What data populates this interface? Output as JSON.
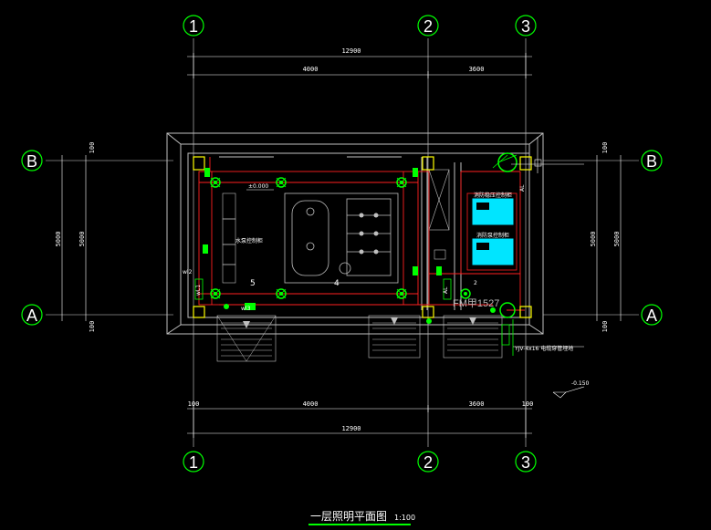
{
  "drawing": {
    "title": "一层照明平面图",
    "scale": "1:100"
  },
  "axes": {
    "vertical": [
      "1",
      "2",
      "3"
    ],
    "horizontal": [
      "B",
      "A"
    ]
  },
  "dimensions": {
    "top_total": "12900",
    "top_seg1": "4000",
    "top_seg2": "3600",
    "bottom_left_edge": "100",
    "bottom_seg1": "4000",
    "bottom_seg2": "3600",
    "bottom_right_edge": "100",
    "bottom_total": "12900",
    "left_top": "100",
    "left_mid_outer": "5000",
    "left_mid_inner": "5000",
    "left_bottom": "100",
    "right_top": "100",
    "right_mid_inner": "5000",
    "right_mid_outer": "5000",
    "right_bottom": "100"
  },
  "labels": {
    "door": "FM甲1527",
    "elevation_top": "±0.000",
    "elevation_bottom": "-0.150",
    "circuit_wl2": "wl2",
    "circuit_wl3": "wl3",
    "wl1": "wL1",
    "num_5": "5",
    "num_4": "4",
    "num_2": "2",
    "panel_note": "水泵控制柜",
    "cabinet_a": "消防稳压控制柜",
    "cabinet_b": "消防泵控制柜",
    "feeder_note": "YJV-4x16 电缆穿管埋地",
    "al": "AL",
    "al2": "AL"
  },
  "colors": {
    "background": "#000000",
    "wall": "#bfbfbf",
    "axis": "#00ff00",
    "wiring": "#ff2020",
    "fixture": "#00ff00",
    "column": "#ffff00",
    "cabinet": "#00e5ff",
    "dim": "#ffffff"
  }
}
